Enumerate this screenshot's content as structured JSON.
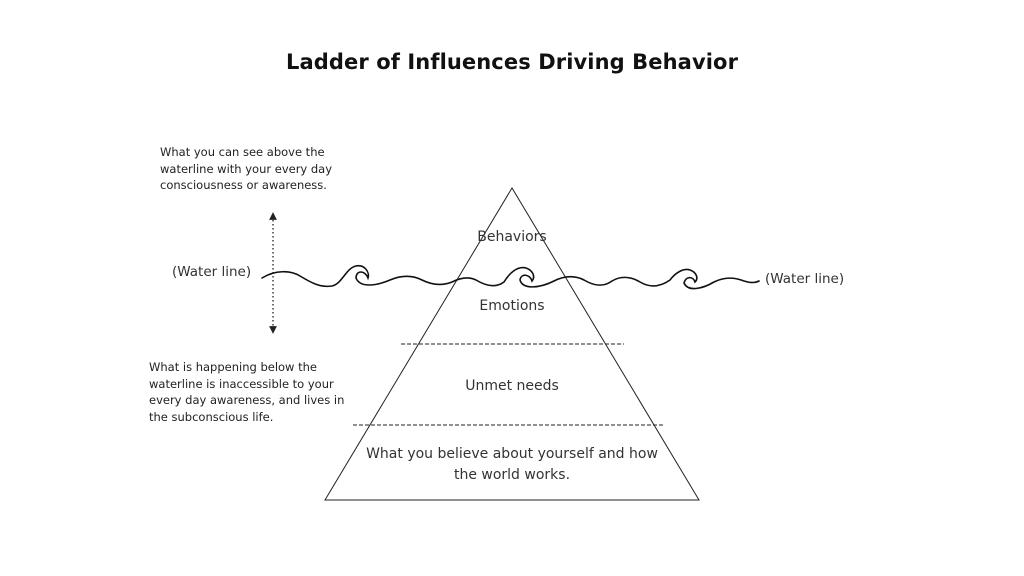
{
  "title": "Ladder of Influences Driving Behavior",
  "notes": {
    "above": "What you can see above the waterline with your every day consciousness or awareness.",
    "below": "What is happening below the waterline is inaccessible to your every day awareness, and lives in the subconscious life."
  },
  "water_line": {
    "left_label": "(Water line)",
    "right_label": "(Water line)"
  },
  "pyramid": {
    "layers": [
      {
        "label": "Behaviors"
      },
      {
        "label": "Emotions"
      },
      {
        "label": "Unmet needs"
      },
      {
        "label": "What you believe about yourself and how the world works."
      }
    ]
  },
  "colors": {
    "stroke": "#222222",
    "text": "#222222",
    "background": "#ffffff"
  }
}
